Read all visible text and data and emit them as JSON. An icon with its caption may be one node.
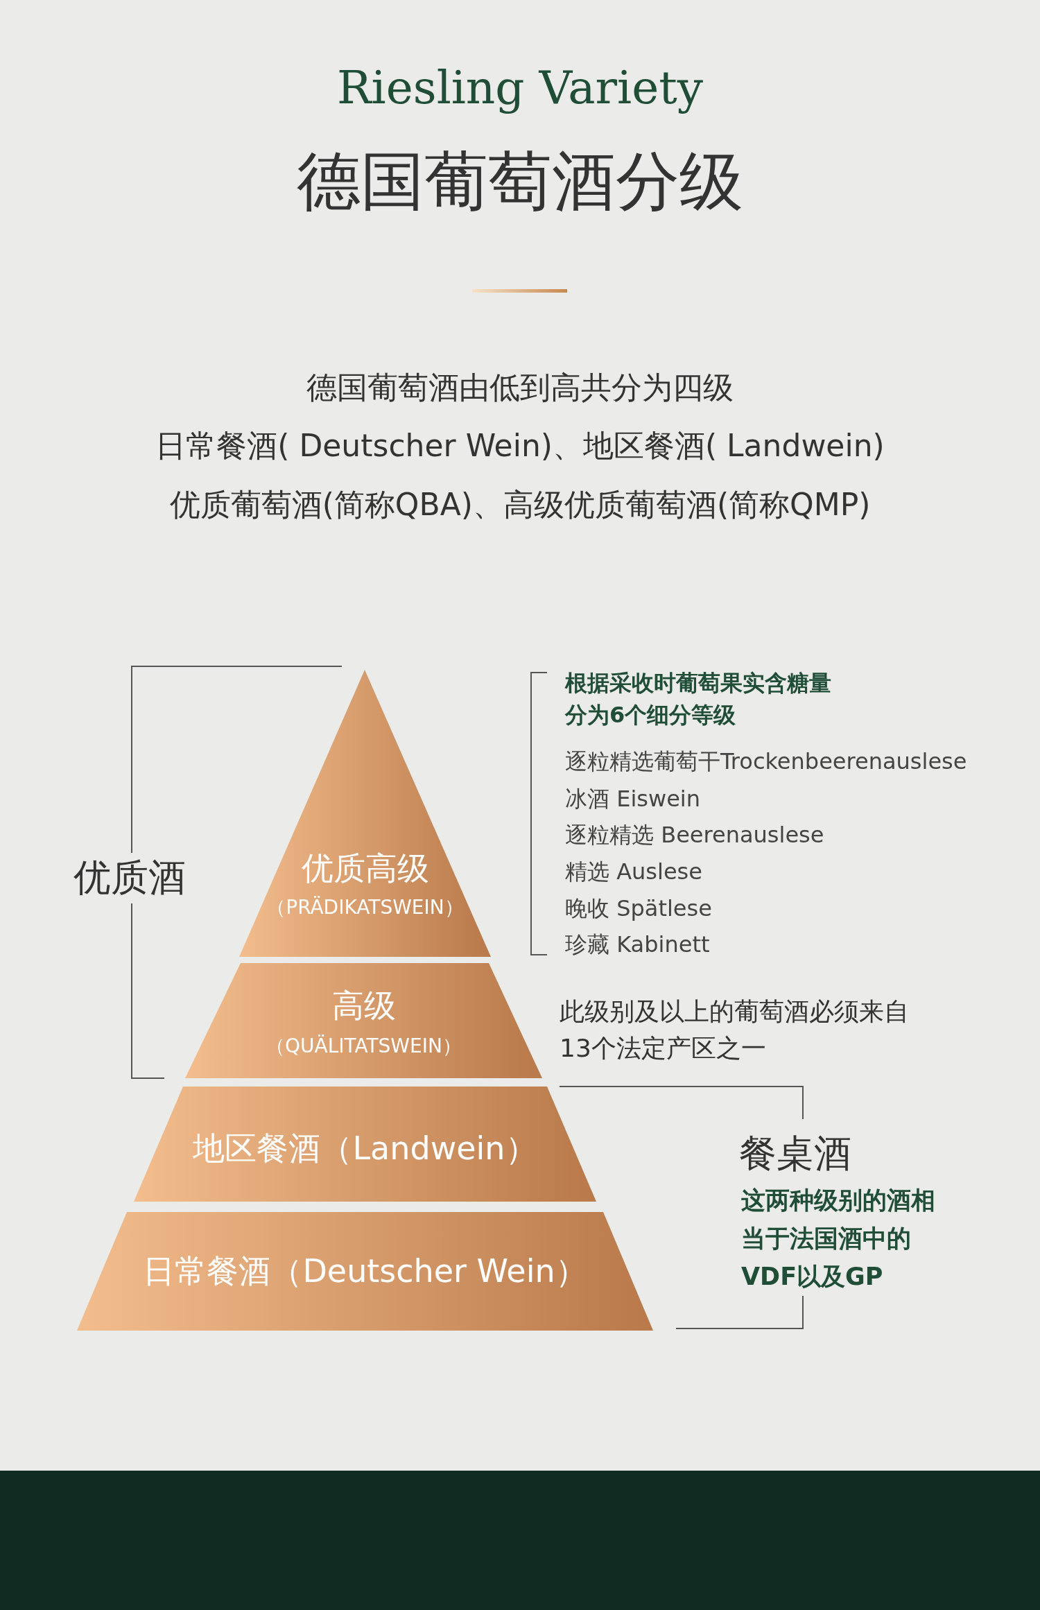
{
  "diagram": {
    "title": "德国葡萄酒分级",
    "nodes": [
      {
        "text": [
          "优质高级",
          "（PRÄDIKATSWEIN）"
        ]
      },
      {
        "text": [
          "高级",
          "（QUÄLITATSWEIN）"
        ]
      },
      {
        "text": [
          "地区餐酒（Landwein）"
        ]
      },
      {
        "text": [
          "日常餐酒（Deutscher Wein）"
        ]
      }
    ],
    "labels": [
      "Riesling Variety",
      "德国葡萄酒由低到高共分为四级",
      "日常餐酒( Deutscher Wein)、地区餐酒( Landwein)",
      "优质葡萄酒(简称QBA)、高级优质葡萄酒(简称QMP)",
      "优质酒",
      "根据采收时葡萄果实含糖量分为6个细分等级",
      "逐粒精选葡萄干Trockenbeerenauslese",
      "冰酒 Eiswein",
      "逐粒精选 Beerenauslese",
      "精选 Auslese",
      "晚收 Spätlese",
      "珍藏 Kabinett",
      "此级别及以上的葡萄酒必须来自13个法定产区之一",
      "餐桌酒",
      "这两种级别的酒相当于法国酒中的VDF以及GP"
    ]
  }
}
